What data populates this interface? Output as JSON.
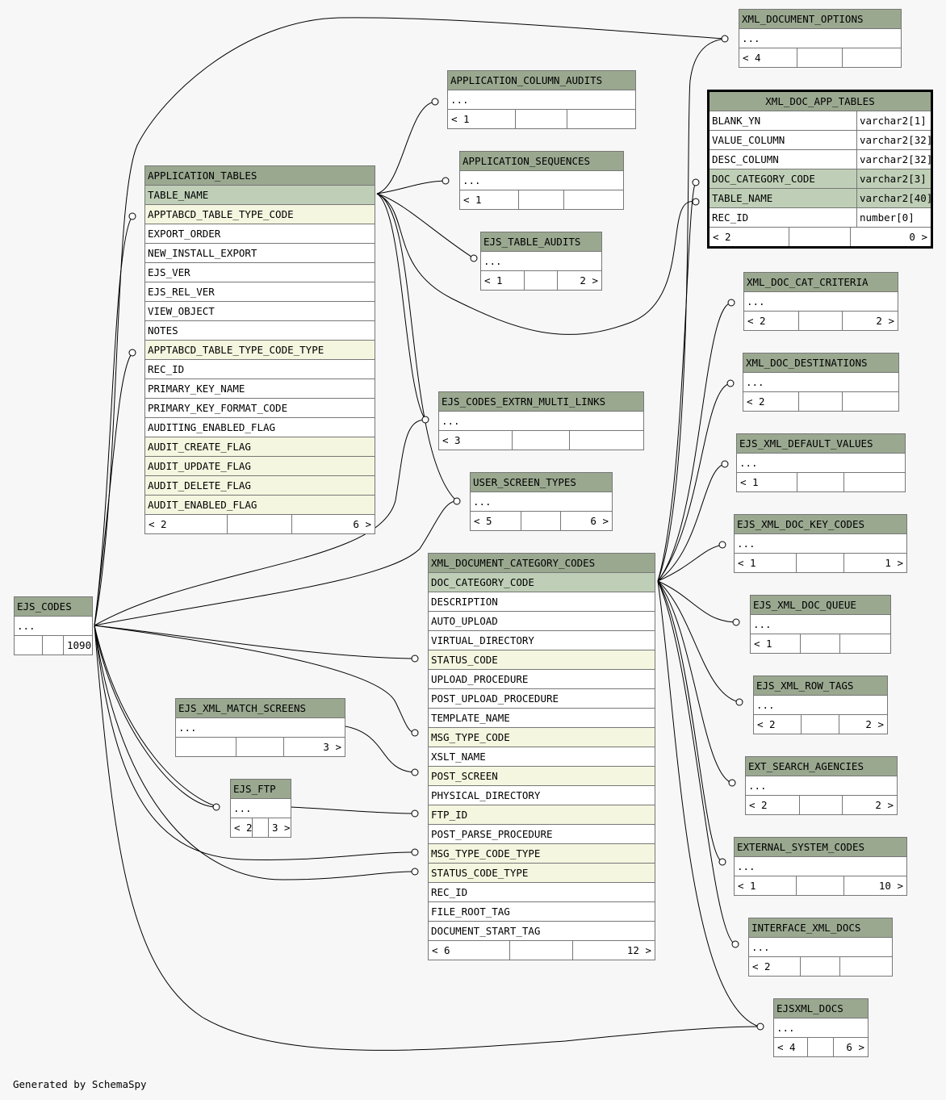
{
  "tables": {
    "xml_document_options": {
      "name": "XML_DOCUMENT_OPTIONS",
      "rows": [
        "..."
      ],
      "foot": [
        "< 4",
        "",
        ""
      ]
    },
    "xml_doc_app_tables": {
      "name": "XML_DOC_APP_TABLES",
      "rows": [
        {
          "col": "BLANK_YN",
          "type": "varchar2[1]",
          "kind": "plain"
        },
        {
          "col": "VALUE_COLUMN",
          "type": "varchar2[32]",
          "kind": "plain"
        },
        {
          "col": "DESC_COLUMN",
          "type": "varchar2[32]",
          "kind": "plain"
        },
        {
          "col": "DOC_CATEGORY_CODE",
          "type": "varchar2[3]",
          "kind": "pk"
        },
        {
          "col": "TABLE_NAME",
          "type": "varchar2[40]",
          "kind": "pk"
        },
        {
          "col": "REC_ID",
          "type": "number[0]",
          "kind": "plain"
        }
      ],
      "foot": [
        "< 2",
        "",
        "0 >"
      ]
    },
    "application_column_audits": {
      "name": "APPLICATION_COLUMN_AUDITS",
      "rows": [
        "..."
      ],
      "foot": [
        "< 1",
        "",
        ""
      ]
    },
    "application_sequences": {
      "name": "APPLICATION_SEQUENCES",
      "rows": [
        "..."
      ],
      "foot": [
        "< 1",
        "",
        ""
      ]
    },
    "ejs_table_audits": {
      "name": "EJS_TABLE_AUDITS",
      "rows": [
        "..."
      ],
      "foot": [
        "< 1",
        "",
        "2 >"
      ]
    },
    "application_tables": {
      "name": "APPLICATION_TABLES",
      "rows": [
        {
          "col": "TABLE_NAME",
          "kind": "pk"
        },
        {
          "col": "APPTABCD_TABLE_TYPE_CODE",
          "kind": "fk"
        },
        {
          "col": "EXPORT_ORDER",
          "kind": "plain"
        },
        {
          "col": "NEW_INSTALL_EXPORT",
          "kind": "plain"
        },
        {
          "col": "EJS_VER",
          "kind": "plain"
        },
        {
          "col": "EJS_REL_VER",
          "kind": "plain"
        },
        {
          "col": "VIEW_OBJECT",
          "kind": "plain"
        },
        {
          "col": "NOTES",
          "kind": "plain"
        },
        {
          "col": "APPTABCD_TABLE_TYPE_CODE_TYPE",
          "kind": "fk"
        },
        {
          "col": "REC_ID",
          "kind": "plain"
        },
        {
          "col": "PRIMARY_KEY_NAME",
          "kind": "plain"
        },
        {
          "col": "PRIMARY_KEY_FORMAT_CODE",
          "kind": "plain"
        },
        {
          "col": "AUDITING_ENABLED_FLAG",
          "kind": "plain"
        },
        {
          "col": "AUDIT_CREATE_FLAG",
          "kind": "fk"
        },
        {
          "col": "AUDIT_UPDATE_FLAG",
          "kind": "fk"
        },
        {
          "col": "AUDIT_DELETE_FLAG",
          "kind": "fk"
        },
        {
          "col": "AUDIT_ENABLED_FLAG",
          "kind": "fk"
        }
      ],
      "foot": [
        "< 2",
        "",
        "6 >"
      ]
    },
    "ejs_codes_extrn_multi_links": {
      "name": "EJS_CODES_EXTRN_MULTI_LINKS",
      "rows": [
        "..."
      ],
      "foot": [
        "< 3",
        "",
        ""
      ]
    },
    "user_screen_types": {
      "name": "USER_SCREEN_TYPES",
      "rows": [
        "..."
      ],
      "foot": [
        "< 5",
        "",
        "6 >"
      ]
    },
    "xml_document_category_codes": {
      "name": "XML_DOCUMENT_CATEGORY_CODES",
      "rows": [
        {
          "col": "DOC_CATEGORY_CODE",
          "kind": "pk"
        },
        {
          "col": "DESCRIPTION",
          "kind": "plain"
        },
        {
          "col": "AUTO_UPLOAD",
          "kind": "plain"
        },
        {
          "col": "VIRTUAL_DIRECTORY",
          "kind": "plain"
        },
        {
          "col": "STATUS_CODE",
          "kind": "fk"
        },
        {
          "col": "UPLOAD_PROCEDURE",
          "kind": "plain"
        },
        {
          "col": "POST_UPLOAD_PROCEDURE",
          "kind": "plain"
        },
        {
          "col": "TEMPLATE_NAME",
          "kind": "plain"
        },
        {
          "col": "MSG_TYPE_CODE",
          "kind": "fk"
        },
        {
          "col": "XSLT_NAME",
          "kind": "plain"
        },
        {
          "col": "POST_SCREEN",
          "kind": "fk"
        },
        {
          "col": "PHYSICAL_DIRECTORY",
          "kind": "plain"
        },
        {
          "col": "FTP_ID",
          "kind": "fk"
        },
        {
          "col": "POST_PARSE_PROCEDURE",
          "kind": "plain"
        },
        {
          "col": "MSG_TYPE_CODE_TYPE",
          "kind": "fk"
        },
        {
          "col": "STATUS_CODE_TYPE",
          "kind": "fk"
        },
        {
          "col": "REC_ID",
          "kind": "plain"
        },
        {
          "col": "FILE_ROOT_TAG",
          "kind": "plain"
        },
        {
          "col": "DOCUMENT_START_TAG",
          "kind": "plain"
        }
      ],
      "foot": [
        "< 6",
        "",
        "12 >"
      ]
    },
    "ejs_codes": {
      "name": "EJS_CODES",
      "rows": [
        "..."
      ],
      "foot": [
        "",
        "",
        "1090 >"
      ]
    },
    "ejs_xml_match_screens": {
      "name": "EJS_XML_MATCH_SCREENS",
      "rows": [
        "..."
      ],
      "foot": [
        "",
        "",
        "3 >"
      ]
    },
    "ejs_ftp": {
      "name": "EJS_FTP",
      "rows": [
        "..."
      ],
      "foot": [
        "< 2",
        "",
        "3 >"
      ]
    },
    "xml_doc_cat_criteria": {
      "name": "XML_DOC_CAT_CRITERIA",
      "rows": [
        "..."
      ],
      "foot": [
        "< 2",
        "",
        "2 >"
      ]
    },
    "xml_doc_destinations": {
      "name": "XML_DOC_DESTINATIONS",
      "rows": [
        "..."
      ],
      "foot": [
        "< 2",
        "",
        ""
      ]
    },
    "ejs_xml_default_values": {
      "name": "EJS_XML_DEFAULT_VALUES",
      "rows": [
        "..."
      ],
      "foot": [
        "< 1",
        "",
        ""
      ]
    },
    "ejs_xml_doc_key_codes": {
      "name": "EJS_XML_DOC_KEY_CODES",
      "rows": [
        "..."
      ],
      "foot": [
        "< 1",
        "",
        "1 >"
      ]
    },
    "ejs_xml_doc_queue": {
      "name": "EJS_XML_DOC_QUEUE",
      "rows": [
        "..."
      ],
      "foot": [
        "< 1",
        "",
        ""
      ]
    },
    "ejs_xml_row_tags": {
      "name": "EJS_XML_ROW_TAGS",
      "rows": [
        "..."
      ],
      "foot": [
        "< 2",
        "",
        "2 >"
      ]
    },
    "ext_search_agencies": {
      "name": "EXT_SEARCH_AGENCIES",
      "rows": [
        "..."
      ],
      "foot": [
        "< 2",
        "",
        "2 >"
      ]
    },
    "external_system_codes": {
      "name": "EXTERNAL_SYSTEM_CODES",
      "rows": [
        "..."
      ],
      "foot": [
        "< 1",
        "",
        "10 >"
      ]
    },
    "interface_xml_docs": {
      "name": "INTERFACE_XML_DOCS",
      "rows": [
        "..."
      ],
      "foot": [
        "< 2",
        "",
        ""
      ]
    },
    "ejsxml_docs": {
      "name": "EJSXML_DOCS",
      "rows": [
        "..."
      ],
      "foot": [
        "< 4",
        "",
        "6 >"
      ]
    }
  },
  "footer": "Generated by SchemaSpy"
}
